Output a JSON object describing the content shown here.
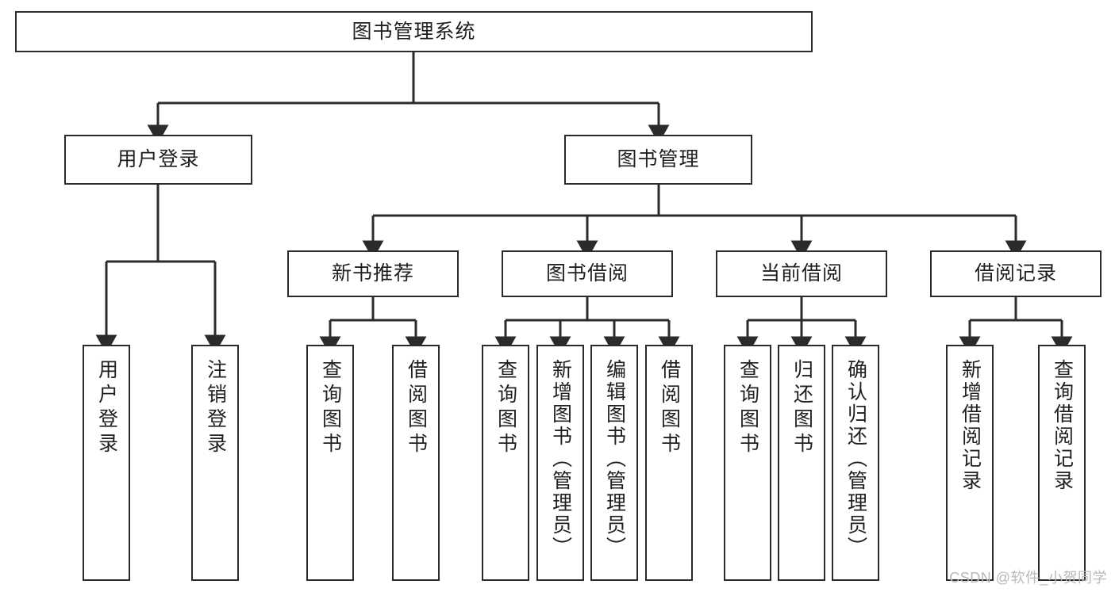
{
  "diagram": {
    "title": "图书管理系统",
    "type": "tree",
    "watermark": "CSDN @软件_小贺同学",
    "colors": {
      "border": "#2b2b2b",
      "background": "#ffffff",
      "text": "#1f1f1f",
      "watermark": "#b9b9b9"
    },
    "nodes": {
      "root": {
        "label": "图书管理系统"
      },
      "level2": [
        {
          "id": "user-login",
          "label": "用户登录"
        },
        {
          "id": "book-manage",
          "label": "图书管理"
        }
      ],
      "level3": [
        {
          "id": "new-book-recommend",
          "label": "新书推荐"
        },
        {
          "id": "book-borrow",
          "label": "图书借阅"
        },
        {
          "id": "current-borrow",
          "label": "当前借阅"
        },
        {
          "id": "borrow-record",
          "label": "借阅记录"
        }
      ],
      "leaves": [
        {
          "id": "leaf-user-login",
          "label": "用户登录",
          "parent": "user-login"
        },
        {
          "id": "leaf-user-logout",
          "label": "注销登录",
          "parent": "user-login"
        },
        {
          "id": "leaf-query-book-1",
          "label": "查询图书",
          "parent": "new-book-recommend"
        },
        {
          "id": "leaf-borrow-book-1",
          "label": "借阅图书",
          "parent": "new-book-recommend"
        },
        {
          "id": "leaf-query-book-2",
          "label": "查询图书",
          "parent": "book-borrow"
        },
        {
          "id": "leaf-add-book",
          "label": "新增图书（管理员）",
          "parent": "book-borrow"
        },
        {
          "id": "leaf-edit-book",
          "label": "编辑图书（管理员）",
          "parent": "book-borrow"
        },
        {
          "id": "leaf-borrow-book-2",
          "label": "借阅图书",
          "parent": "book-borrow"
        },
        {
          "id": "leaf-query-book-3",
          "label": "查询图书",
          "parent": "current-borrow"
        },
        {
          "id": "leaf-return-book",
          "label": "归还图书",
          "parent": "current-borrow"
        },
        {
          "id": "leaf-confirm-return",
          "label": "确认归还（管理员）",
          "parent": "current-borrow"
        },
        {
          "id": "leaf-add-record",
          "label": "新增借阅记录",
          "parent": "borrow-record"
        },
        {
          "id": "leaf-query-record",
          "label": "查询借阅记录",
          "parent": "borrow-record"
        }
      ]
    }
  }
}
